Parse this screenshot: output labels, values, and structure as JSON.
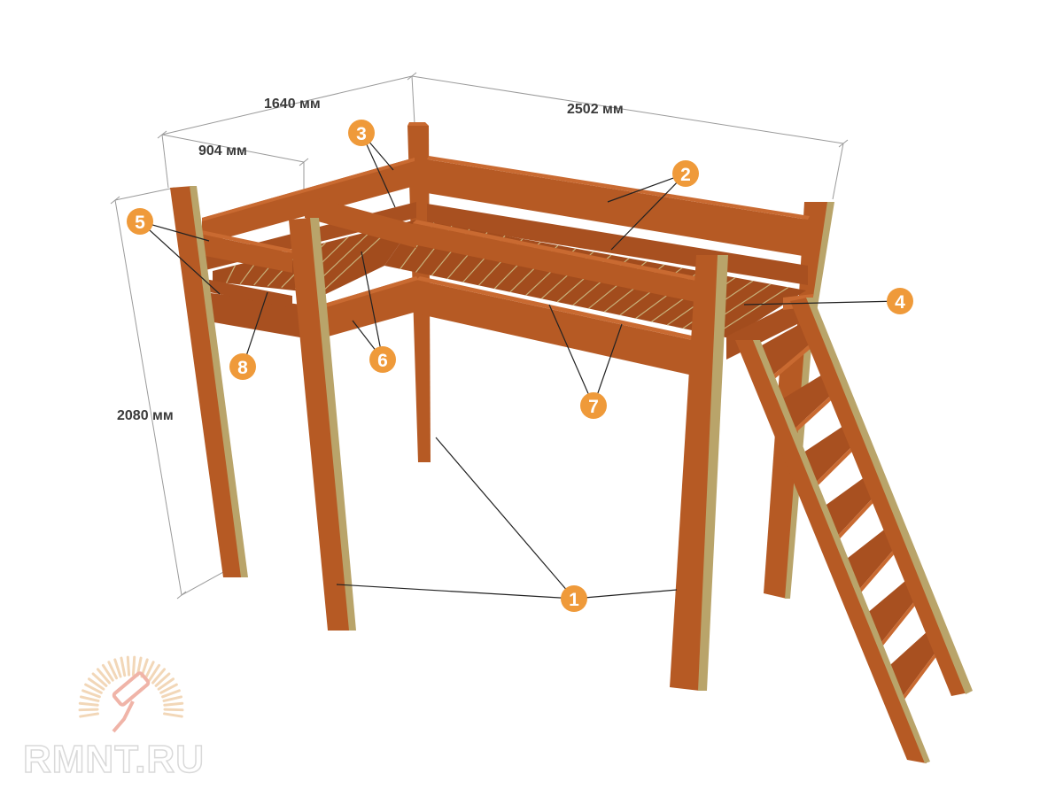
{
  "dimensions": {
    "width_total": "1640 мм",
    "width_ledge": "904 мм",
    "length": "2502 мм",
    "height": "2080 мм"
  },
  "callouts": [
    "1",
    "2",
    "3",
    "4",
    "5",
    "6",
    "7",
    "8"
  ],
  "watermark": "RMNT.RU",
  "colors": {
    "wood": "#b65a24",
    "wood_dark": "#8e4219",
    "wood_light": "#c96a31",
    "wood_edge": "#b9a46a",
    "badge": "#ef9a3a",
    "leader": "#222222",
    "dim_line": "#9a9a9a"
  }
}
